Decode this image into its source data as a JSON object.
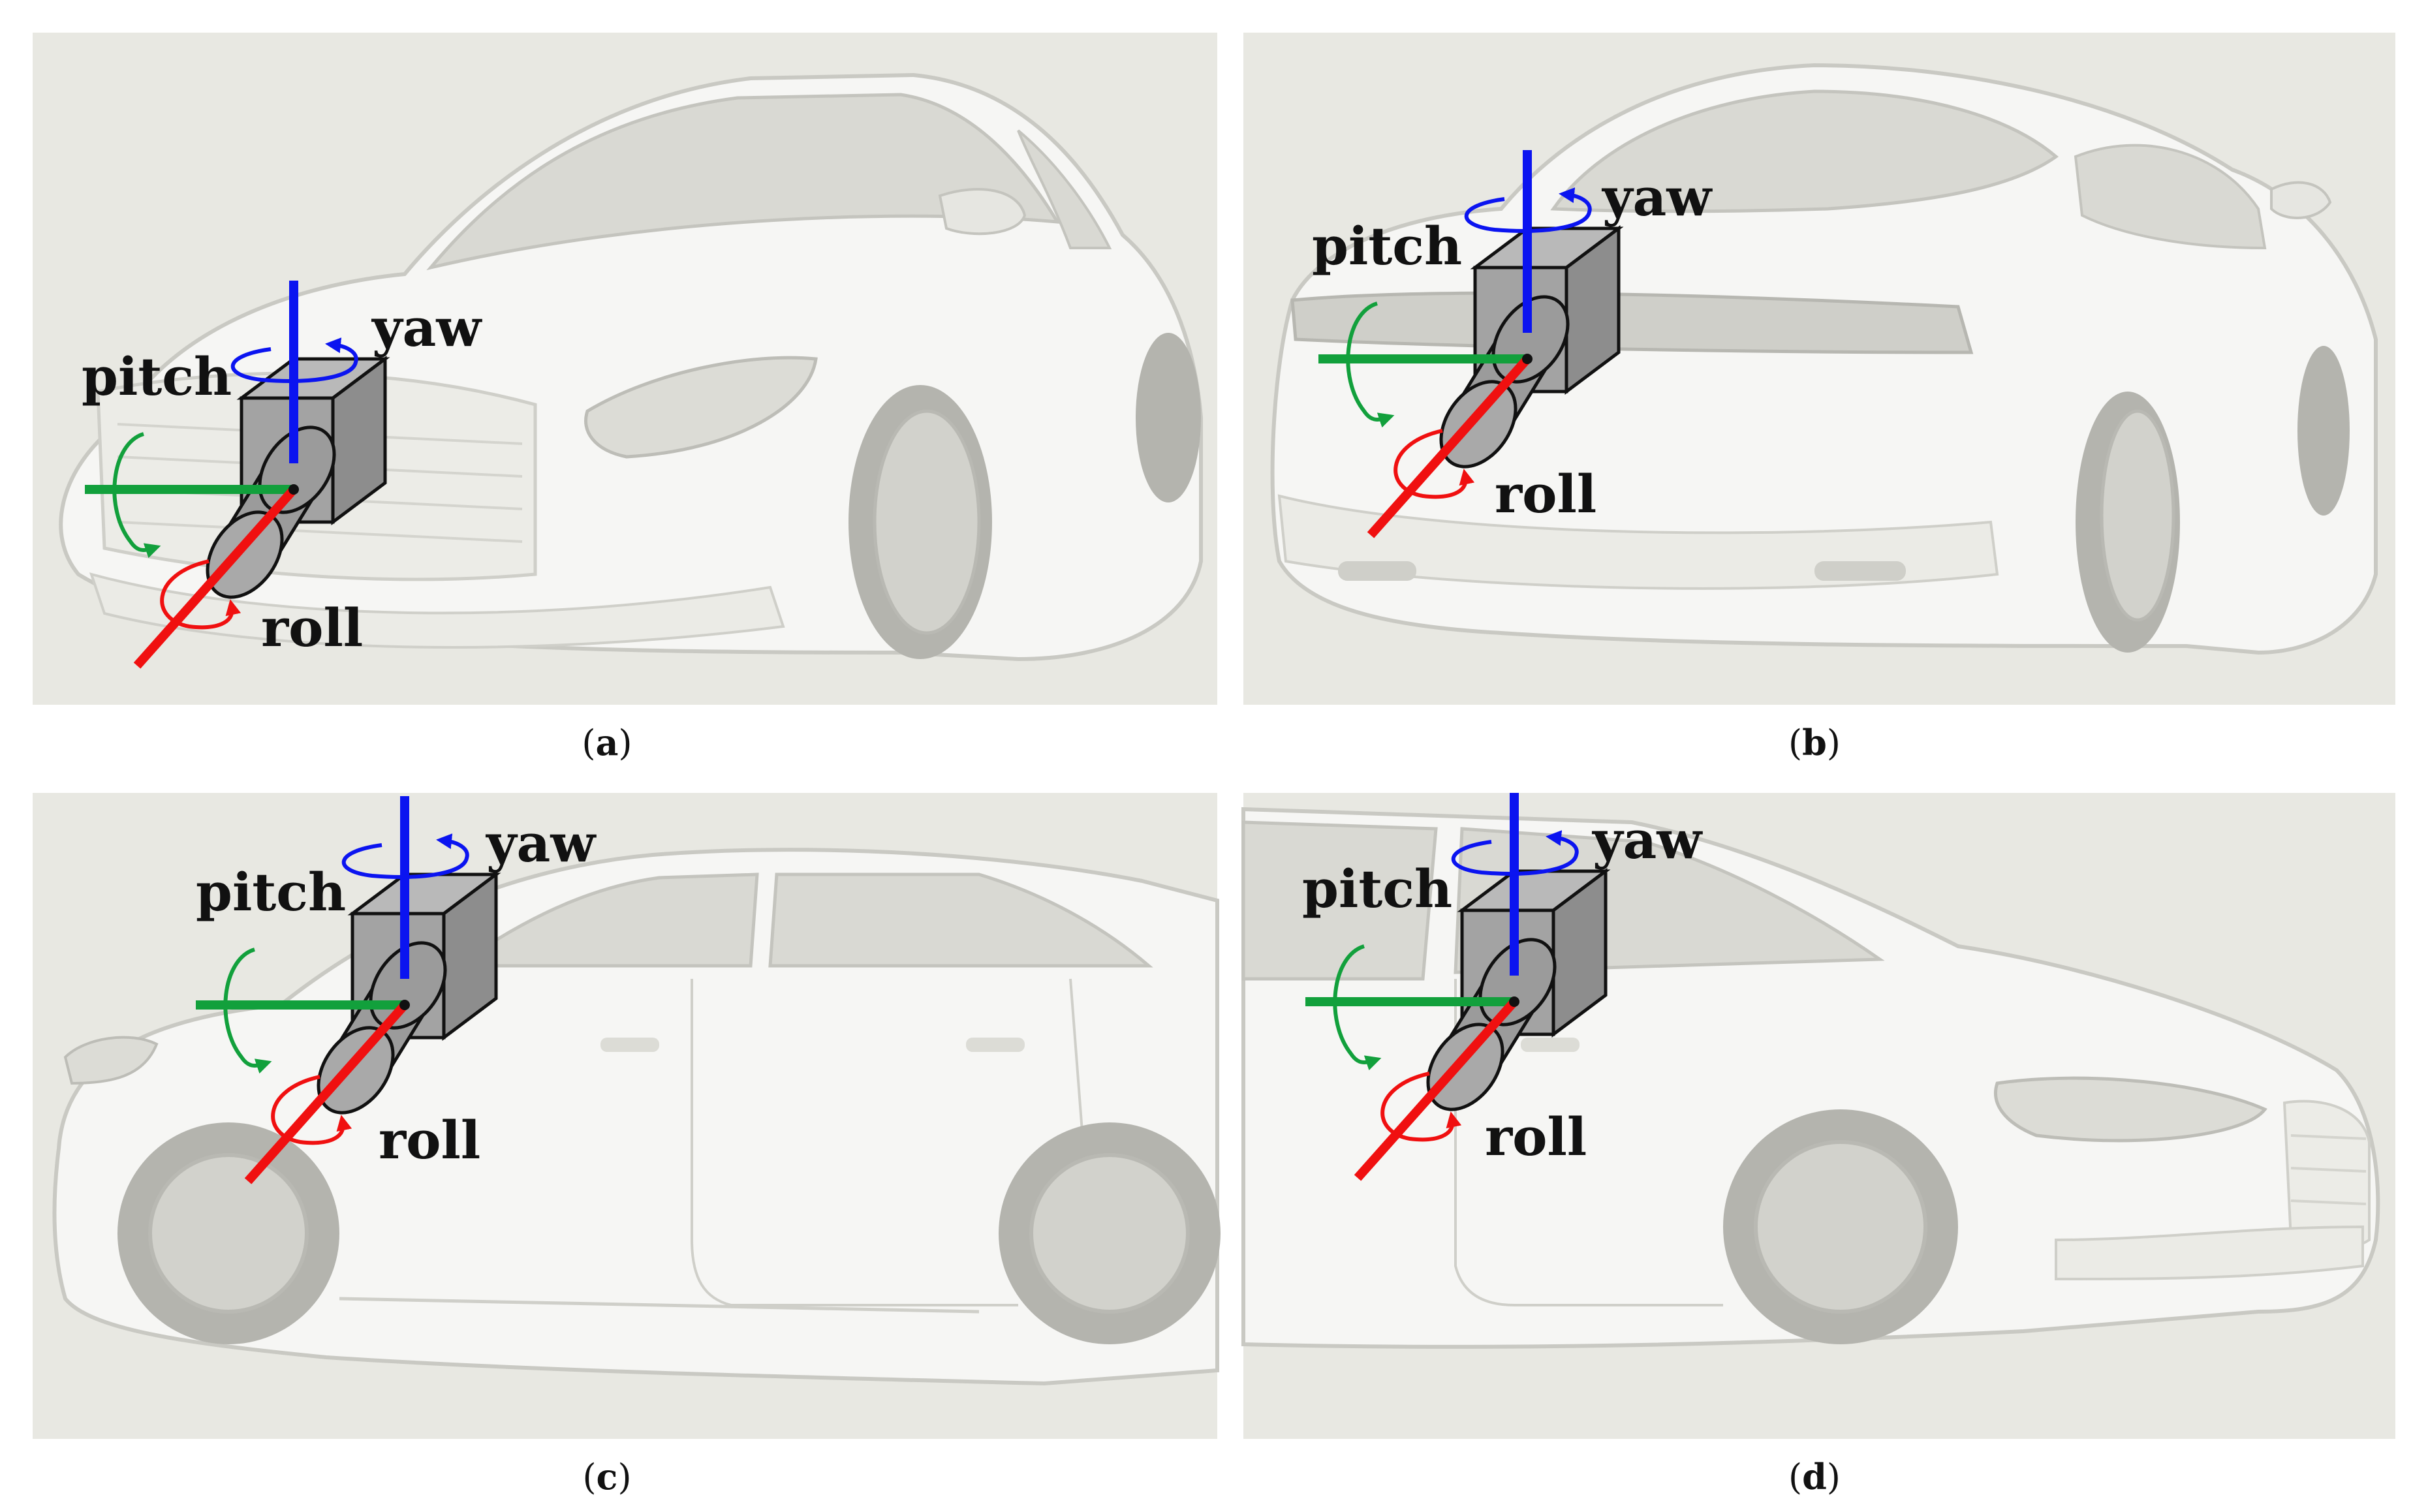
{
  "figure": {
    "panels": [
      {
        "id": "a",
        "label_open": "(",
        "label_letter": "a",
        "label_close": ")",
        "view": "front-left",
        "axes": {
          "yaw": "yaw",
          "pitch": "pitch",
          "roll": "roll"
        }
      },
      {
        "id": "b",
        "label_open": "(",
        "label_letter": "b",
        "label_close": ")",
        "view": "rear-left",
        "axes": {
          "yaw": "yaw",
          "pitch": "pitch",
          "roll": "roll"
        }
      },
      {
        "id": "c",
        "label_open": "(",
        "label_letter": "c",
        "label_close": ")",
        "view": "left-side-rear-door",
        "axes": {
          "yaw": "yaw",
          "pitch": "pitch",
          "roll": "roll"
        }
      },
      {
        "id": "d",
        "label_open": "(",
        "label_letter": "d",
        "label_close": ")",
        "view": "left-side-front-door",
        "axes": {
          "yaw": "yaw",
          "pitch": "pitch",
          "roll": "roll"
        }
      }
    ],
    "colors": {
      "yaw_axis": "#0b14f0",
      "pitch_axis": "#12a03c",
      "roll_axis": "#f01010",
      "camera_fill": "#9b9b9b",
      "camera_fill_light": "#b9b9b9",
      "background": "#e8e8e2",
      "car_body": "#f6f6f4",
      "car_line": "#c9c9c3",
      "tire": "#b4b4ae"
    }
  }
}
